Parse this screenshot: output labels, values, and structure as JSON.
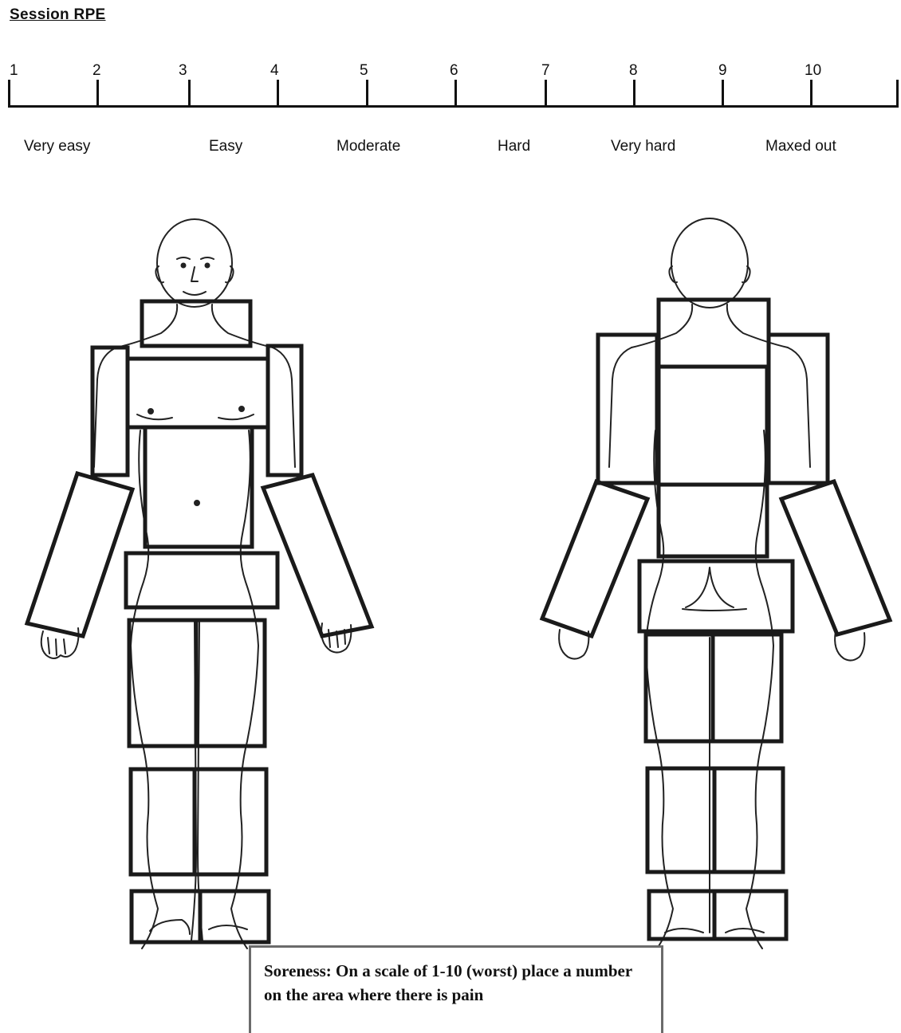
{
  "header": {
    "title": "Session RPE"
  },
  "rpe_scale": {
    "numbers": [
      "1",
      "2",
      "3",
      "4",
      "5",
      "6",
      "7",
      "8",
      "9",
      "10"
    ],
    "descriptors": [
      "Very easy",
      "Easy",
      "Moderate",
      "Hard",
      "Very hard",
      "Maxed out"
    ]
  },
  "soreness_box": {
    "text": "Soreness: On a scale of 1-10 (worst) place a number on the area where there is pain"
  },
  "icons": {
    "front": "human-body-front-icon",
    "back": "human-body-back-icon"
  }
}
